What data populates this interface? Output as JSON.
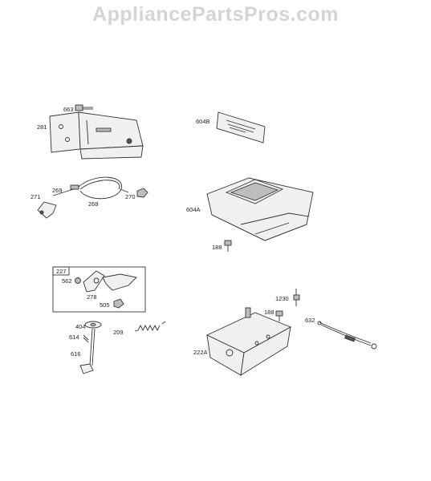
{
  "watermark": "AppliancePartsPros.com",
  "callouts": {
    "p663": "663",
    "p281": "281",
    "p604B": "604B",
    "p271": "271",
    "p269": "269",
    "p268": "268",
    "p270": "270",
    "p604A": "604A",
    "p188a": "188",
    "p227": "227",
    "p562": "562",
    "p278": "278",
    "p505": "505",
    "p404": "404",
    "p209": "209",
    "p614": "614",
    "p616": "616",
    "p1230": "1230",
    "p188b": "188",
    "p632": "632",
    "p222A": "222A"
  }
}
